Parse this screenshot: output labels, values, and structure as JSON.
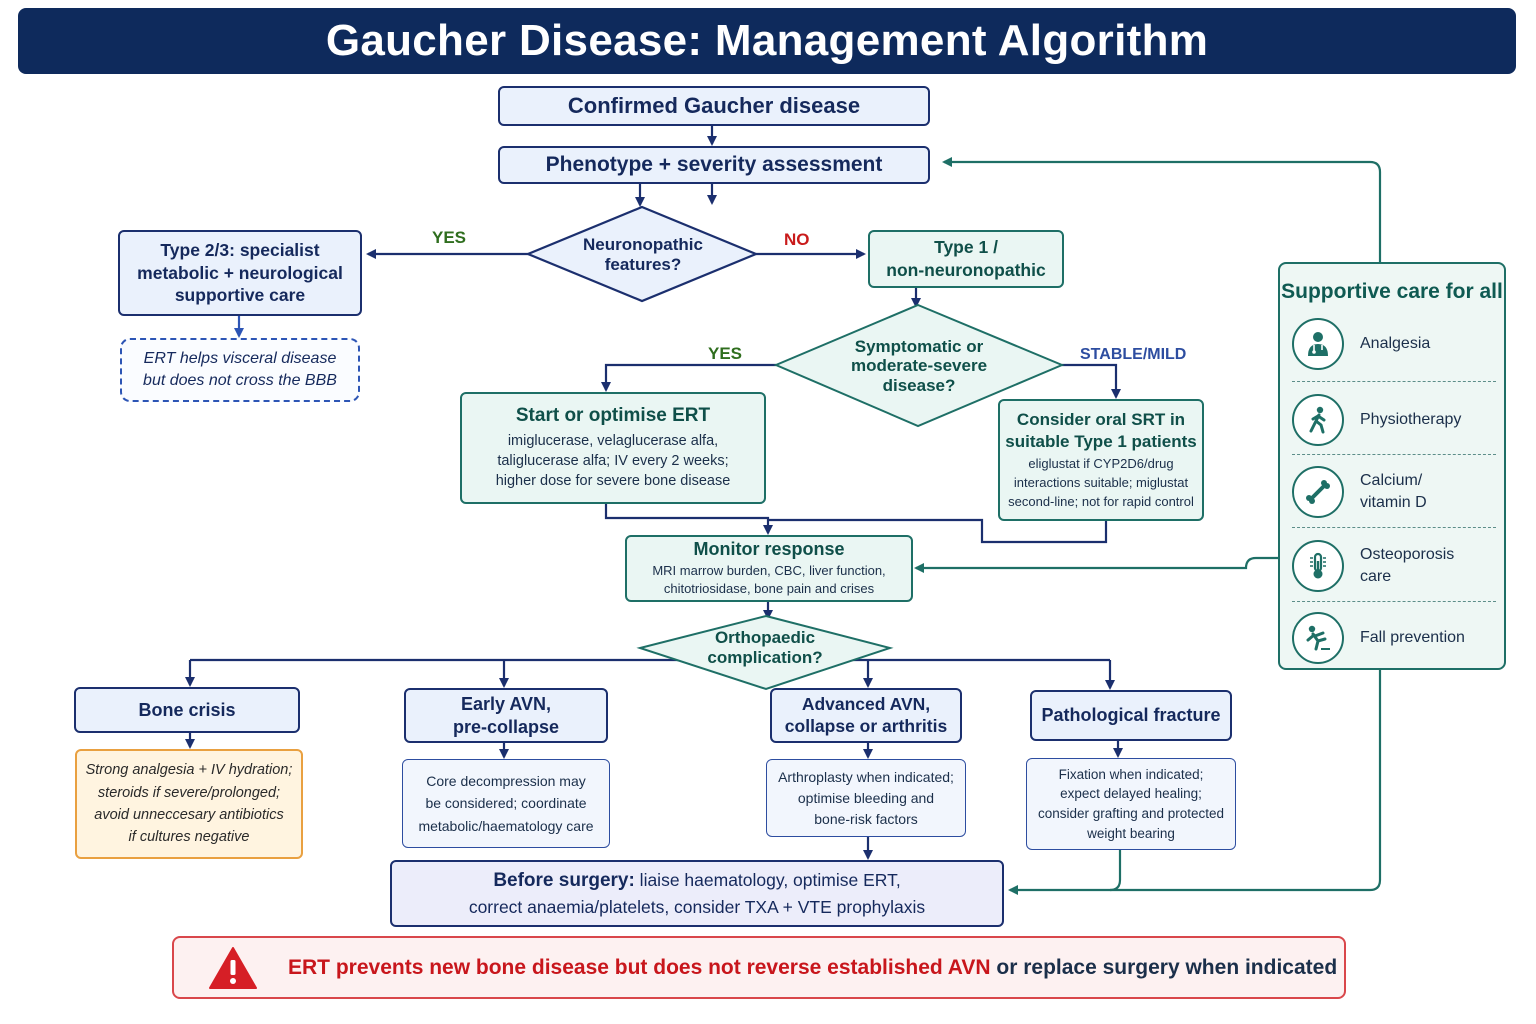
{
  "title": "Gaucher Disease: Management Algorithm",
  "nodes": {
    "confirmed": "Confirmed Gaucher disease",
    "phenotype": "Phenotype + severity assessment",
    "neuro_q": [
      "Neuronopathic",
      "features?"
    ],
    "type23": [
      "Type 2/3: specialist",
      "metabolic + neurological",
      "supportive care"
    ],
    "ert_note": [
      "ERT helps visceral disease",
      "but does not cross the BBB"
    ],
    "type1": [
      "Type 1 /",
      "non-neuronopathic"
    ],
    "sympt_q": [
      "Symptomatic or",
      "moderate-severe",
      "disease?"
    ],
    "start_ert": {
      "title": "Start or optimise ERT",
      "lines": [
        "imiglucerase, velaglucerase alfa,",
        "taliglucerase alfa; IV every 2 weeks;",
        "higher dose for severe bone disease"
      ]
    },
    "srt": {
      "title": [
        "Consider oral SRT in",
        "suitable Type 1 patients"
      ],
      "lines": [
        "eliglustat if CYP2D6/drug",
        "interactions suitable; miglustat",
        "second-line; not for rapid control"
      ]
    },
    "monitor": {
      "title": "Monitor response",
      "lines": [
        "MRI marrow burden, CBC, liver function,",
        "chitotriosidase, bone pain and crises"
      ]
    },
    "ortho_q": [
      "Orthopaedic",
      "complication?"
    ],
    "bone_crisis": "Bone crisis",
    "bone_crisis_tx": [
      "Strong analgesia + IV hydration;",
      "steroids if severe/prolonged;",
      "avoid unneccesary antibiotics",
      "if cultures negative"
    ],
    "early_avn": [
      "Early AVN,",
      "pre-collapse"
    ],
    "early_avn_tx": [
      "Core decompression may",
      "be considered; coordinate",
      "metabolic/haematology care"
    ],
    "adv_avn": [
      "Advanced AVN,",
      "collapse or arthritis"
    ],
    "adv_avn_tx": [
      "Arthroplasty when indicated;",
      "optimise bleeding and",
      "bone-risk factors"
    ],
    "fracture": "Pathological fracture",
    "fracture_tx": [
      "Fixation when indicated;",
      "expect delayed healing;",
      "consider grafting and protected",
      "weight bearing"
    ],
    "surgery": {
      "bold": "Before surgery:",
      "line1": " liaise haematology, optimise ERT,",
      "line2": "correct anaemia/platelets, consider TXA + VTE prophylaxis"
    }
  },
  "labels": {
    "yes1": "YES",
    "no1": "NO",
    "yes2": "YES",
    "stable": "STABLE/MILD"
  },
  "supportive": {
    "title": "Supportive care for all",
    "items": [
      {
        "label": [
          "Analgesia"
        ],
        "icon": "doctor-icon"
      },
      {
        "label": [
          "Physiotherapy"
        ],
        "icon": "walking-person-icon"
      },
      {
        "label": [
          "Calcium/",
          "vitamin D"
        ],
        "icon": "bone-icon"
      },
      {
        "label": [
          "Osteoporosis",
          "care"
        ],
        "icon": "thermometer-icon"
      },
      {
        "label": [
          "Fall prevention"
        ],
        "icon": "falling-person-icon"
      }
    ]
  },
  "warning": {
    "red": "ERT prevents new bone disease but does not reverse established AVN",
    "dark": " or replace surgery when indicated"
  },
  "colors": {
    "navy": "#1b2f6e",
    "teal": "#1e6f66",
    "green_label": "#2f6e1e",
    "red_label": "#c91b1b",
    "warning_red": "#c8161c",
    "title_bg": "#0e2a5c"
  }
}
